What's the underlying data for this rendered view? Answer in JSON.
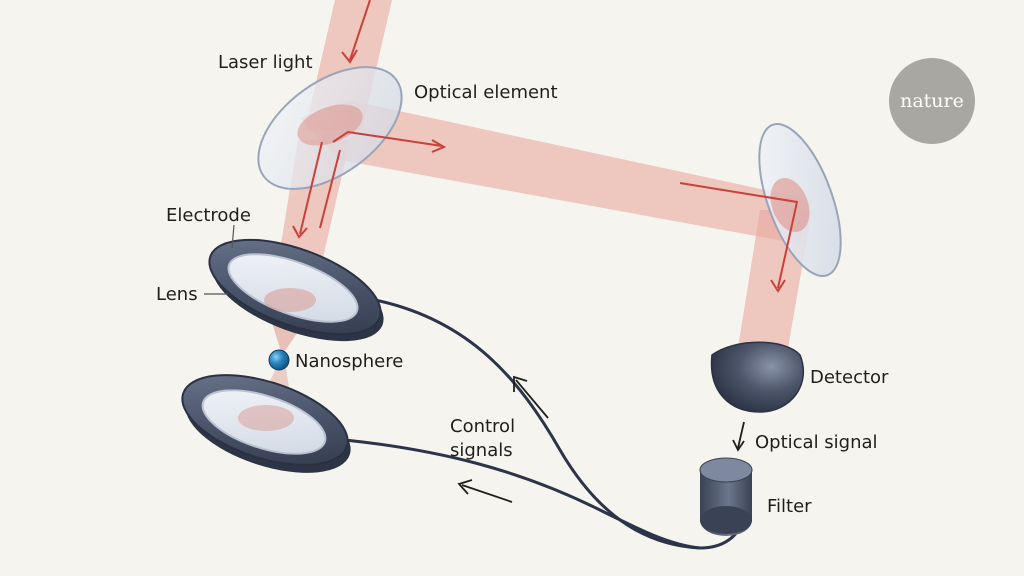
{
  "labels": {
    "laser_light": "Laser light",
    "optical_element": "Optical element",
    "electrode": "Electrode",
    "lens": "Lens",
    "nanosphere": "Nanosphere",
    "control_line1": "Control",
    "control_line2": "signals",
    "detector": "Detector",
    "optical_signal": "Optical signal",
    "filter": "Filter"
  },
  "logo": {
    "text": "nature"
  },
  "colors": {
    "background": "#f6f4ee",
    "beam": "#e9a9a0",
    "beam_arrow": "#c9413a",
    "metal": "#3d4659",
    "glass": "#dfe5ee",
    "nanosphere": "#2a86c2",
    "logo_badge": "#a9a7a1"
  }
}
